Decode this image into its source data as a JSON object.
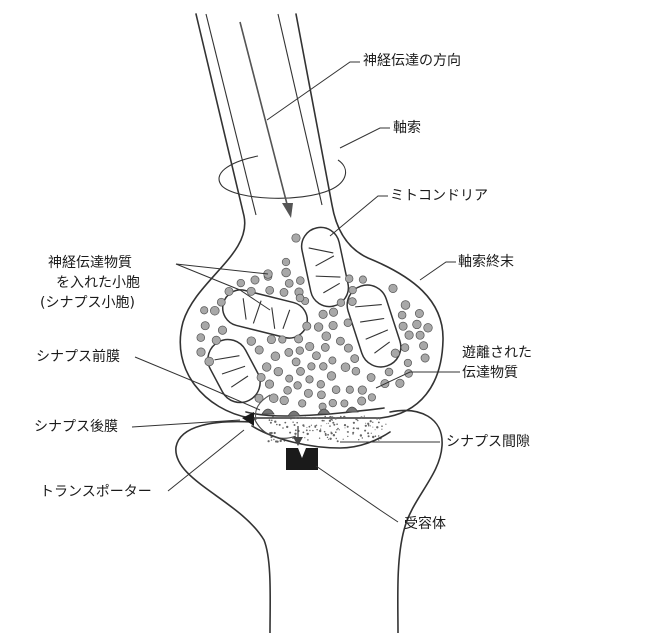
{
  "labels": {
    "direction": "神経伝達の方向",
    "axon": "軸索",
    "mitochondria": "ミトコンドリア",
    "vesicle_line1": "神経伝達物質",
    "vesicle_line2": "を入れた小胞",
    "vesicle_line3": "(シナプス小胞)",
    "terminal": "軸索終末",
    "presynaptic": "シナプス前膜",
    "released_line1": "遊離された",
    "released_line2": "伝達物質",
    "postsynaptic": "シナプス後膜",
    "cleft": "シナプス間隙",
    "transporter": "トランスポーター",
    "receptor": "受容体"
  },
  "colors": {
    "line": "#333333",
    "vesicle": "#a8a8a8",
    "receptor": "#1a1a1a",
    "background": "#ffffff"
  }
}
